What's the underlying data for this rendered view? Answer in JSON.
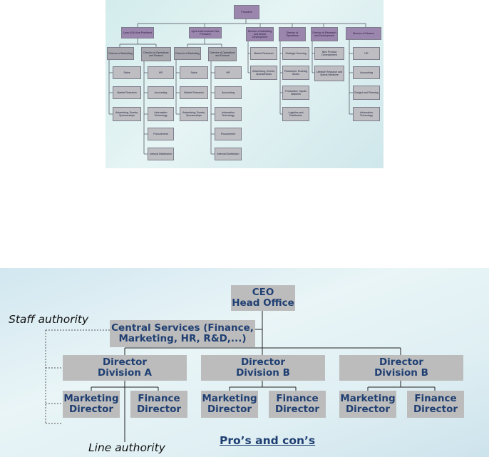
{
  "top_chart": {
    "president": "President",
    "vps": [
      "Lyna USA Vice President",
      "Syna Latin America Vice President",
      "Director of Marketing and Brand Development",
      "Director of Operations",
      "Director of Research and Development",
      "Director of Finance"
    ],
    "usa_sub": [
      "Director of Marketing",
      "Director of Operations and Finance"
    ],
    "latam_sub": [
      "Director of Marketing",
      "Director of Operations and Finance"
    ],
    "usa_marketing": [
      "Sales",
      "Market Research",
      "Advertising, Events, Sponsorships"
    ],
    "usa_ops": [
      "HR",
      "Accounting",
      "Information Technology",
      "Procurement",
      "Internal Distribution"
    ],
    "latam_marketing": [
      "Sales",
      "Market Research",
      "Advertising, Events, Sponsorships"
    ],
    "latam_ops": [
      "HR",
      "Accounting",
      "Information Technology",
      "Procurement",
      "Internal Distribution"
    ],
    "mkt_brand": [
      "Market Research",
      "Advertising, Events, Sponsorships"
    ],
    "operations": [
      "Strategic Sourcing",
      "Production: Running Shoes",
      "Production: Sports Watches",
      "Logistics and Distribution"
    ],
    "research": [
      "New Product Development",
      "Lifestyle Research and Sports Medicine"
    ],
    "finance": [
      "HR",
      "Accounting",
      "Budget and Planning",
      "Information Technology"
    ]
  },
  "bottom_chart": {
    "ceo": [
      "CEO",
      "Head Office"
    ],
    "central": [
      "Central Services (Finance,",
      "Marketing, HR, R&D,...)"
    ],
    "staff_authority": "Staff authority",
    "line_authority": "Line authority",
    "pros_cons": "Pro’s and con’s",
    "divisions": [
      {
        "title": [
          "Director",
          "Division A"
        ],
        "marketing": [
          "Marketing",
          "Director"
        ],
        "finance": [
          "Finance",
          "Director"
        ]
      },
      {
        "title": [
          "Director",
          "Division B"
        ],
        "marketing": [
          "Marketing",
          "Director"
        ],
        "finance": [
          "Finance",
          "Director"
        ]
      },
      {
        "title": [
          "Director",
          "Division B"
        ],
        "marketing": [
          "Marketing",
          "Director"
        ],
        "finance": [
          "Finance",
          "Director"
        ]
      }
    ]
  }
}
